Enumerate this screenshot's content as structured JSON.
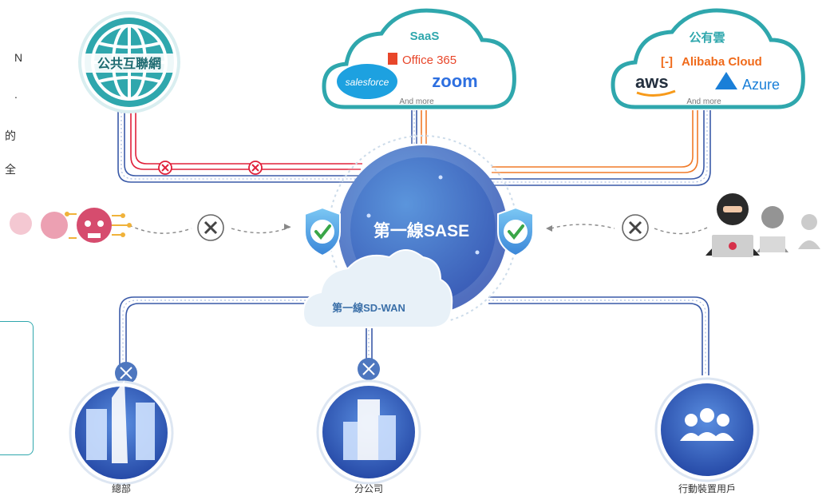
{
  "left_text_fragments": [
    "N",
    ".",
    "的",
    "全"
  ],
  "internet": {
    "label": "公共互聯網"
  },
  "saas": {
    "title": "SaaS",
    "office": "Office 365",
    "salesforce": "salesforce",
    "zoom": "zoom",
    "more": "And more"
  },
  "public_cloud": {
    "title": "公有雲",
    "alibaba": "Alibaba Cloud",
    "aws": "aws",
    "azure": "Azure",
    "more": "And more"
  },
  "sase": {
    "label": "第一線SASE"
  },
  "sdwan": {
    "label": "第一線SD-WAN"
  },
  "nodes": {
    "hq": "總部",
    "branch": "分公司",
    "mobile": "行動裝置用戶"
  },
  "colors": {
    "teal": "#2fa7ad",
    "sase_blue": "#3f6fc8",
    "line_blue": "#3a5aa8",
    "line_red": "#e0203a",
    "line_orange": "#f07a28",
    "threat_pink": "#e0607e",
    "shield_blue": "#4aa6e8",
    "check_green": "#3aa648",
    "block_gray": "#666666"
  }
}
